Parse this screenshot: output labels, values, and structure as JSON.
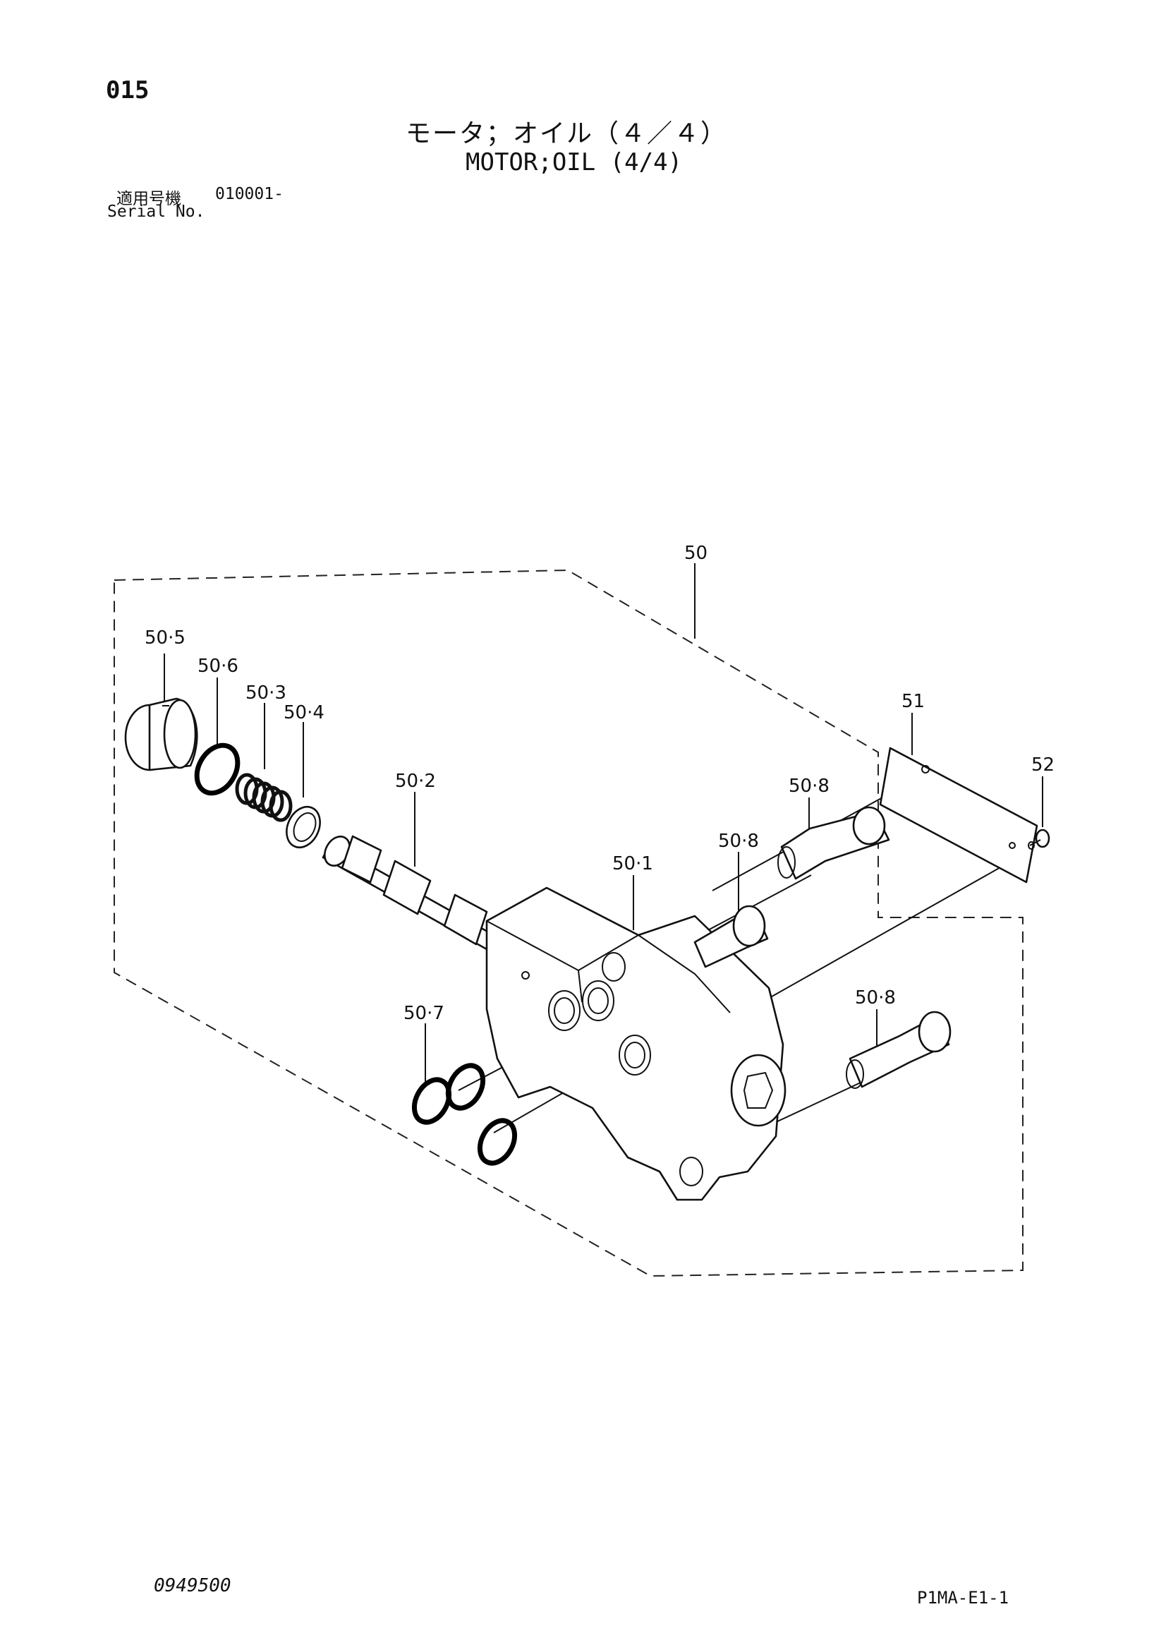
{
  "header": {
    "page_number": "015",
    "title_jp": "モータ；オイル（４／４）",
    "title_en": "MOTOR;OIL (4/4)",
    "serial_label_jp": "適用号機",
    "serial_value": "010001-",
    "serial_label_en": "Serial No."
  },
  "callouts": {
    "c50": "50",
    "c50_5": "50·5",
    "c50_6": "50·6",
    "c50_3": "50·3",
    "c50_4": "50·4",
    "c50_2": "50·2",
    "c50_1": "50·1",
    "c50_8a": "50·8",
    "c50_8b": "50·8",
    "c50_8c": "50·8",
    "c50_7": "50·7",
    "c51": "51",
    "c52": "52"
  },
  "footer": {
    "code_left": "0949500",
    "code_right": "P1MA-E1-1"
  }
}
